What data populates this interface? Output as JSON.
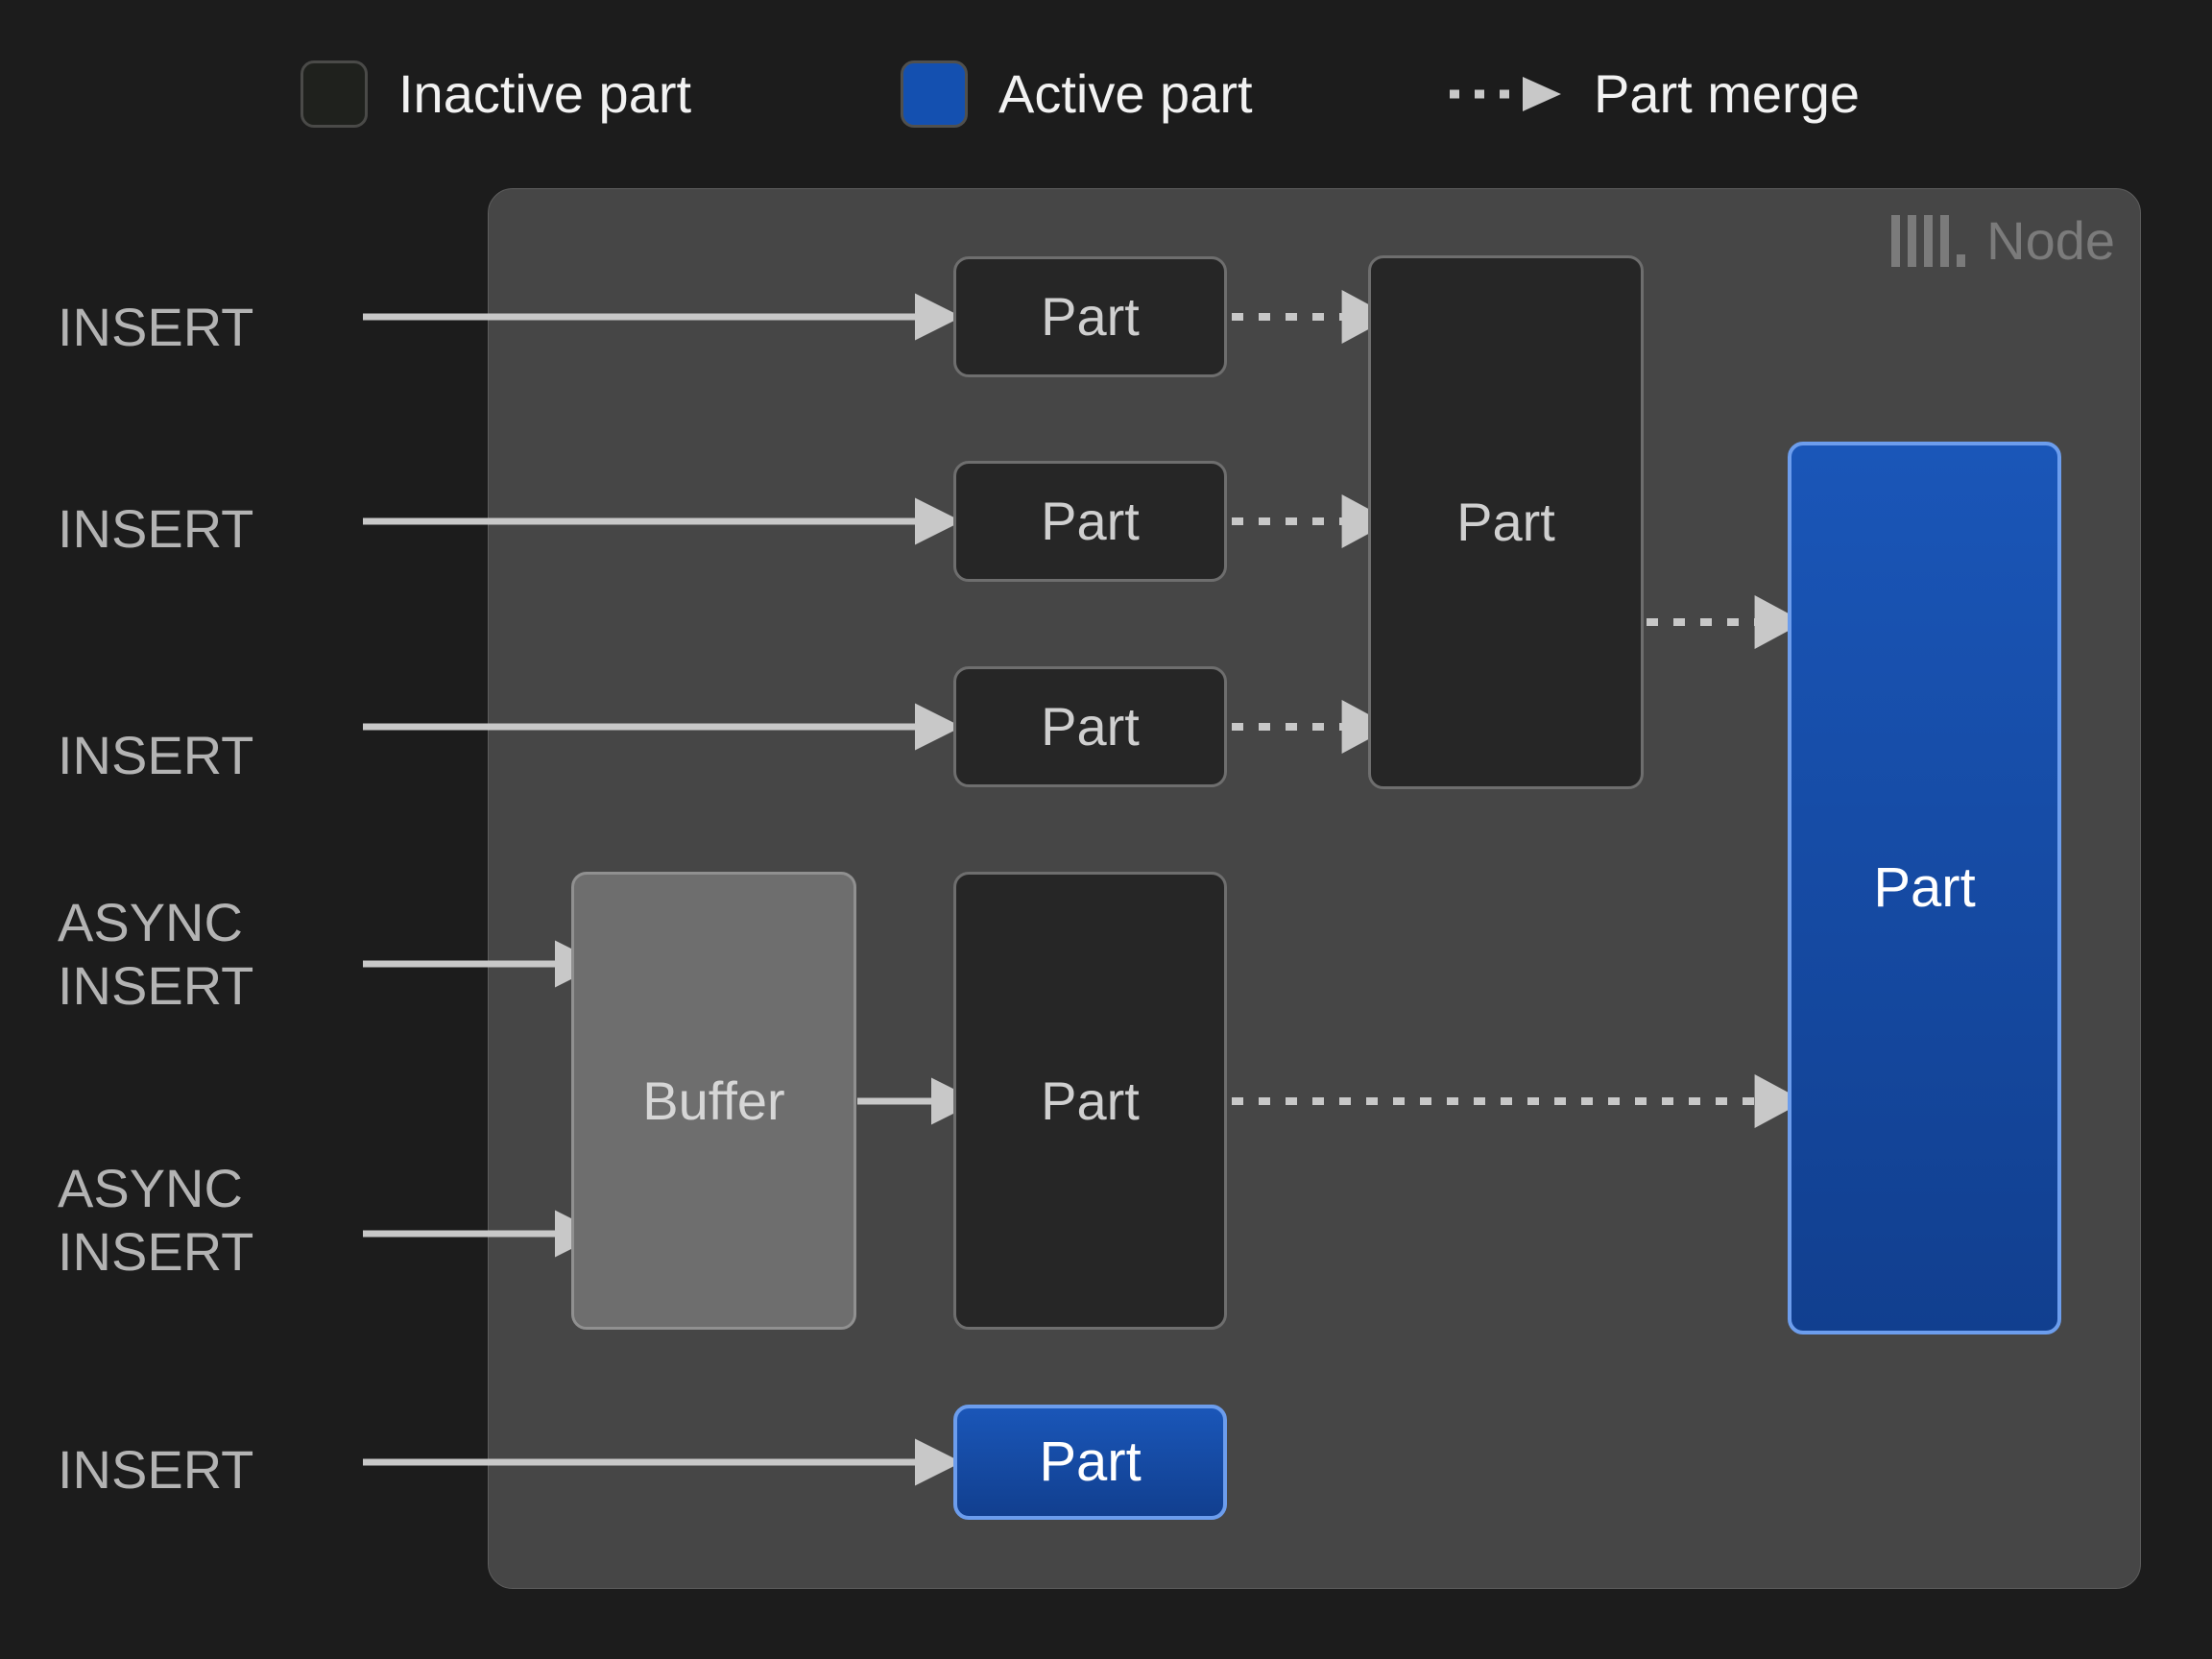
{
  "legend": {
    "items": [
      {
        "key": "inactive",
        "label": "Inactive part",
        "icon": "rounded-square-outline-icon",
        "color": "#1f211d"
      },
      {
        "key": "active",
        "label": "Active part",
        "icon": "rounded-square-filled-icon",
        "color": "#1450b0"
      },
      {
        "key": "merge",
        "label": "Part merge",
        "icon": "dashed-arrow-icon",
        "color": "#c8c8c8"
      }
    ]
  },
  "node": {
    "label": "Node",
    "logo_icon": "clickhouse-logo-icon",
    "panel_color": "#464646"
  },
  "inputs": [
    {
      "id": "insert-1",
      "label": "INSERT"
    },
    {
      "id": "insert-2",
      "label": "INSERT"
    },
    {
      "id": "insert-3",
      "label": "INSERT"
    },
    {
      "id": "async-insert-1",
      "label": "ASYNC\nINSERT"
    },
    {
      "id": "async-insert-2",
      "label": "ASYNC\nINSERT"
    },
    {
      "id": "insert-4",
      "label": "INSERT"
    }
  ],
  "boxes": [
    {
      "id": "part-1",
      "label": "Part",
      "state": "inactive"
    },
    {
      "id": "part-2",
      "label": "Part",
      "state": "inactive"
    },
    {
      "id": "part-3",
      "label": "Part",
      "state": "inactive"
    },
    {
      "id": "part-merged-1",
      "label": "Part",
      "state": "inactive"
    },
    {
      "id": "buffer",
      "label": "Buffer",
      "state": "buffer"
    },
    {
      "id": "part-4",
      "label": "Part",
      "state": "inactive"
    },
    {
      "id": "part-5",
      "label": "Part",
      "state": "active"
    },
    {
      "id": "part-merged-big",
      "label": "Part",
      "state": "active"
    }
  ],
  "colors": {
    "background": "#1c1c1c",
    "panel": "#464646",
    "inactive_fill": "#262626",
    "inactive_border": "#6e6e6e",
    "active_fill": "#1450b0",
    "active_border": "#6c9ded",
    "buffer_fill": "#6e6e6e",
    "arrow": "#c8c8c8",
    "text_muted": "#b3b3b3"
  }
}
